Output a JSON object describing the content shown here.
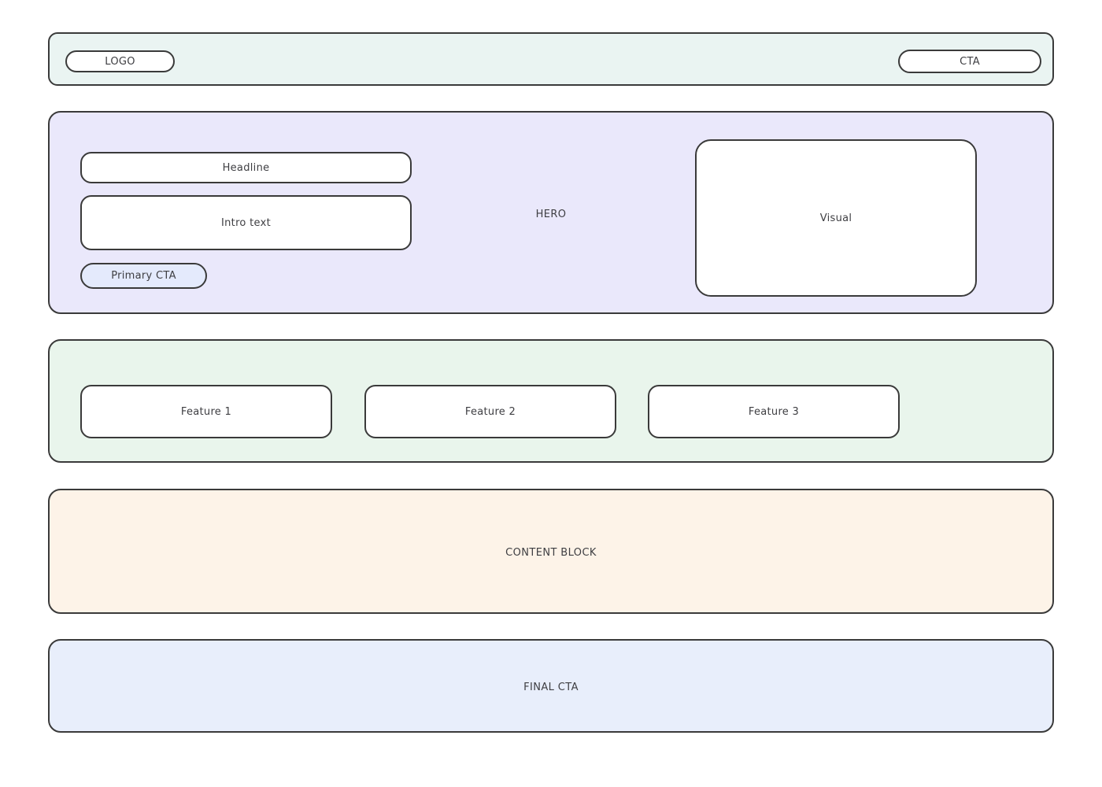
{
  "colors": {
    "page_background": "#ffffff",
    "header_background": "#eaf4f2",
    "hero_background": "#eae8fb",
    "primary_cta_background": "#e4eafc",
    "features_background": "#e9f5ec",
    "content_block_background": "#fdf3e8",
    "final_cta_background": "#e8eefb",
    "card_background": "#ffffff",
    "border": "#3a3a3a",
    "text": "#3e3e42"
  },
  "header": {
    "logo_label": "LOGO",
    "cta_label": "CTA"
  },
  "hero": {
    "label": "HERO",
    "headline_label": "Headline",
    "intro_label": "Intro text",
    "primary_cta_label": "Primary CTA",
    "visual_label": "Visual"
  },
  "features": {
    "items": [
      {
        "label": "Feature 1"
      },
      {
        "label": "Feature 2"
      },
      {
        "label": "Feature 3"
      }
    ]
  },
  "content_block": {
    "label": "CONTENT BLOCK"
  },
  "final_cta": {
    "label": "FINAL CTA"
  }
}
